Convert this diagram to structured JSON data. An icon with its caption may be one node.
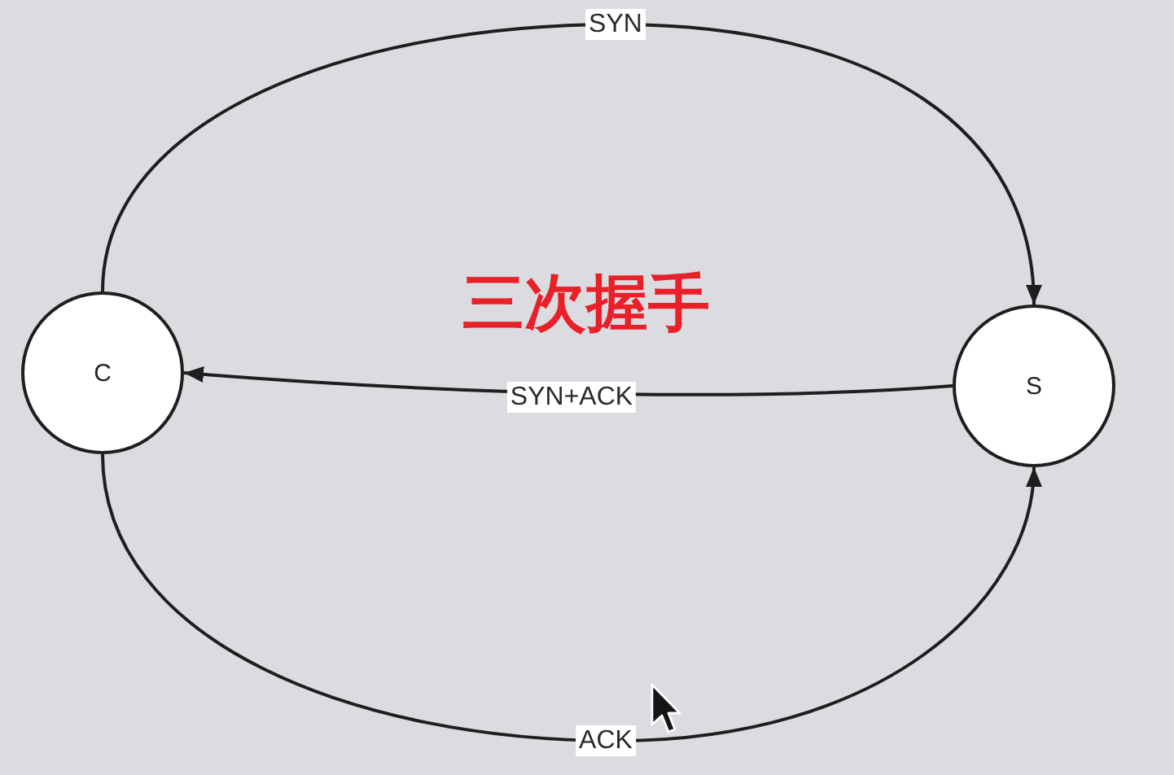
{
  "diagram": {
    "title": "三次握手",
    "nodes": [
      {
        "text": [
          "C"
        ]
      },
      {
        "text": [
          "S"
        ]
      }
    ],
    "edges": [
      {
        "from": 0,
        "to": 1,
        "arrow": "to",
        "label": "SYN"
      },
      {
        "from": 1,
        "to": 0,
        "arrow": "to",
        "label": "SYN+ACK"
      },
      {
        "from": 0,
        "to": 1,
        "arrow": "to",
        "label": "ACK"
      }
    ]
  }
}
